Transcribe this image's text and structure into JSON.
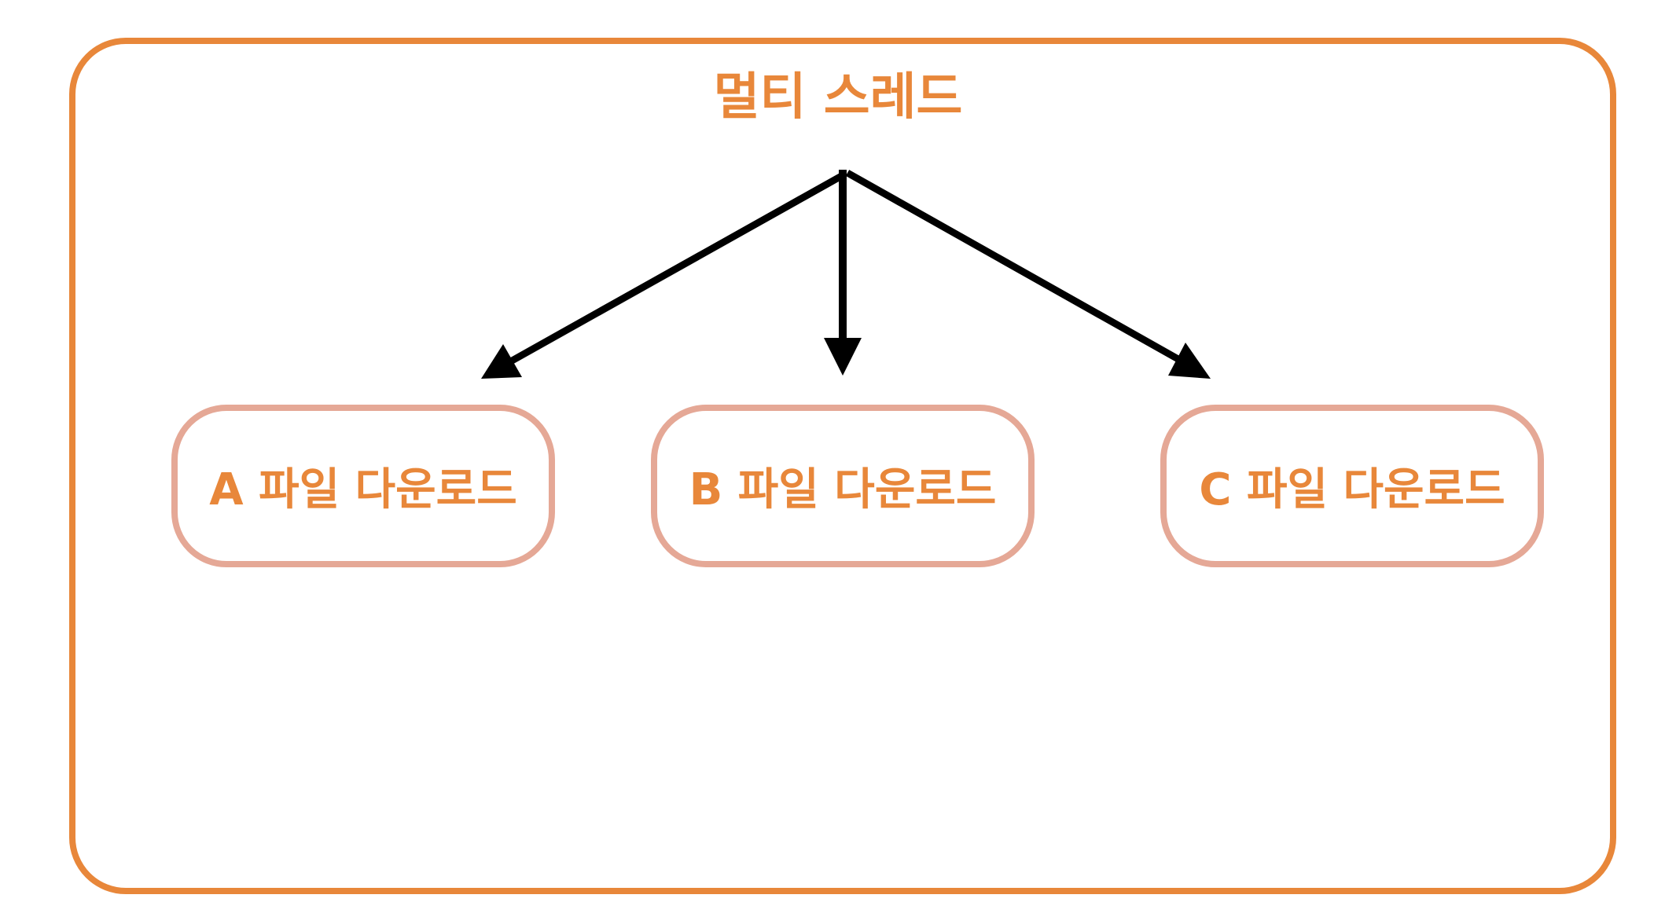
{
  "diagram": {
    "title": "멀티 스레드",
    "nodes": [
      {
        "id": "a",
        "label": "A 파일 다운로드"
      },
      {
        "id": "b",
        "label": "B 파일 다운로드"
      },
      {
        "id": "c",
        "label": "C 파일 다운로드"
      }
    ],
    "edges": [
      {
        "from": "title",
        "to": "a"
      },
      {
        "from": "title",
        "to": "b"
      },
      {
        "from": "title",
        "to": "c"
      }
    ]
  },
  "colors": {
    "outer_border": "#E8873A",
    "node_border": "#E5A896",
    "text": "#E8873A",
    "arrow": "#000000"
  }
}
